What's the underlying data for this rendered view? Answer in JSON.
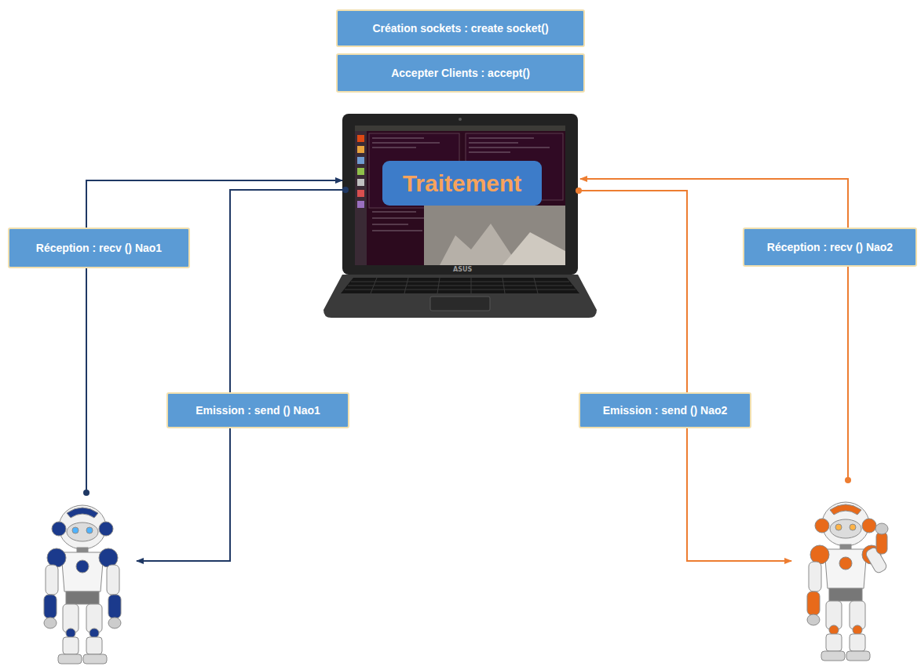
{
  "diagram": {
    "nodes": [
      {
        "text": [
          "Création sockets : create socket()"
        ]
      },
      {
        "text": [
          "Accepter Clients : accept()"
        ]
      },
      {
        "text": [
          "Traitement"
        ]
      },
      {
        "text": [
          "Réception : recv () Nao1"
        ]
      },
      {
        "text": [
          "Réception : recv () Nao2"
        ]
      },
      {
        "text": [
          "Emission : send () Nao1"
        ]
      },
      {
        "text": [
          "Emission : send () Nao2"
        ]
      }
    ],
    "labels": [
      "ASUS"
    ]
  }
}
